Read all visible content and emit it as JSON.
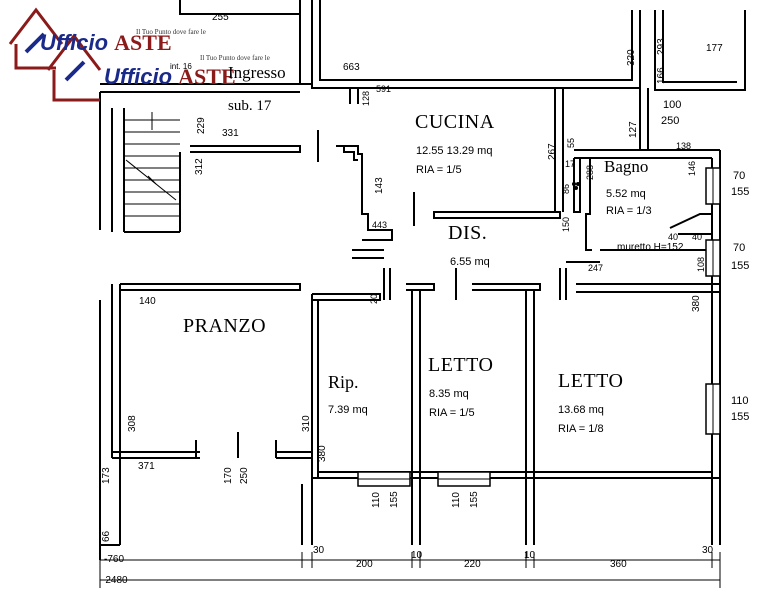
{
  "watermark": {
    "brand_a": "Ufficio",
    "brand_b": "ASTE",
    "tagline": "Il Tuo Punto dove fare le"
  },
  "entrance": {
    "label": "Ingresso",
    "sub": "sub. 17",
    "int": "int. 16"
  },
  "rooms": {
    "cucina": {
      "name": "CUCINA",
      "area": "12.55  13.29 mq",
      "ria": "RIA = 1/5"
    },
    "bagno": {
      "name": "Bagno",
      "area": "5.52 mq",
      "ria": "RIA = 1/3"
    },
    "dis": {
      "name": "DIS.",
      "area": "6.55 mq"
    },
    "pranzo": {
      "name": "PRANZO"
    },
    "rip": {
      "name": "Rip.",
      "area": "7.39 mq"
    },
    "letto1": {
      "name": "LETTO",
      "area": "8.35 mq",
      "ria": "RIA = 1/5"
    },
    "letto2": {
      "name": "LETTO",
      "area": "13.68 mq",
      "ria": "RIA = 1/8"
    },
    "muretto": "muretto  H=152"
  },
  "dimensions": {
    "d255": "255",
    "d663": "663",
    "d591": "591",
    "d128": "128",
    "d229": "229",
    "d331": "331",
    "d312": "312",
    "d320": "320",
    "d293": "293",
    "d166": "166",
    "d177": "177",
    "d100": "100",
    "d250a": "250",
    "d127": "127",
    "d138": "138",
    "d267": "267",
    "d55": "55",
    "d17": "17",
    "d86": "86",
    "d288": "288",
    "d146": "146",
    "d143": "143",
    "d443": "443",
    "d150": "150",
    "d40a": "40",
    "d40b": "40",
    "d108": "108",
    "d247": "247",
    "d20": "20",
    "d140": "140",
    "d380a": "380",
    "d308": "308",
    "d310": "310",
    "d380b": "380",
    "d371": "371",
    "d170": "170",
    "d250b": "250",
    "d173": "173",
    "d66": "66",
    "d110a": "110",
    "d155a": "155",
    "d110b": "110",
    "d155b": "155",
    "w70a": "70",
    "w155a": "155",
    "w70b": "70",
    "w155b": "155",
    "w110": "110",
    "w155c": "155",
    "b30a": "30",
    "b760": "-760",
    "b200": "200",
    "b10a": "10",
    "b220": "220",
    "b10b": "10",
    "b360": "360",
    "b30b": "30",
    "b2480": "-2480"
  }
}
